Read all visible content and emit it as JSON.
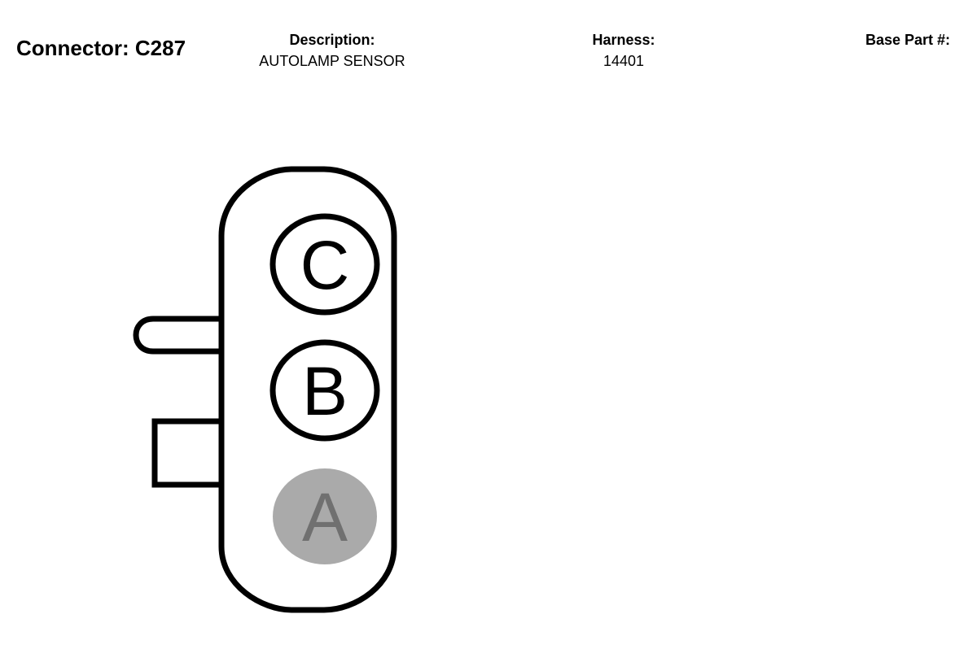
{
  "connector": {
    "title": "Connector: C287"
  },
  "fields": {
    "description_label": "Description:",
    "description_value": "AUTOLAMP SENSOR",
    "harness_label": "Harness:",
    "harness_value": "14401",
    "base_part_label": "Base Part #:",
    "base_part_value": ""
  },
  "pins": [
    {
      "label": "C",
      "highlighted": false
    },
    {
      "label": "B",
      "highlighted": false
    },
    {
      "label": "A",
      "highlighted": true
    }
  ],
  "colors": {
    "outline": "#000000",
    "pin_highlight_fill": "#aaaaaa",
    "pin_highlight_text": "#707070"
  }
}
